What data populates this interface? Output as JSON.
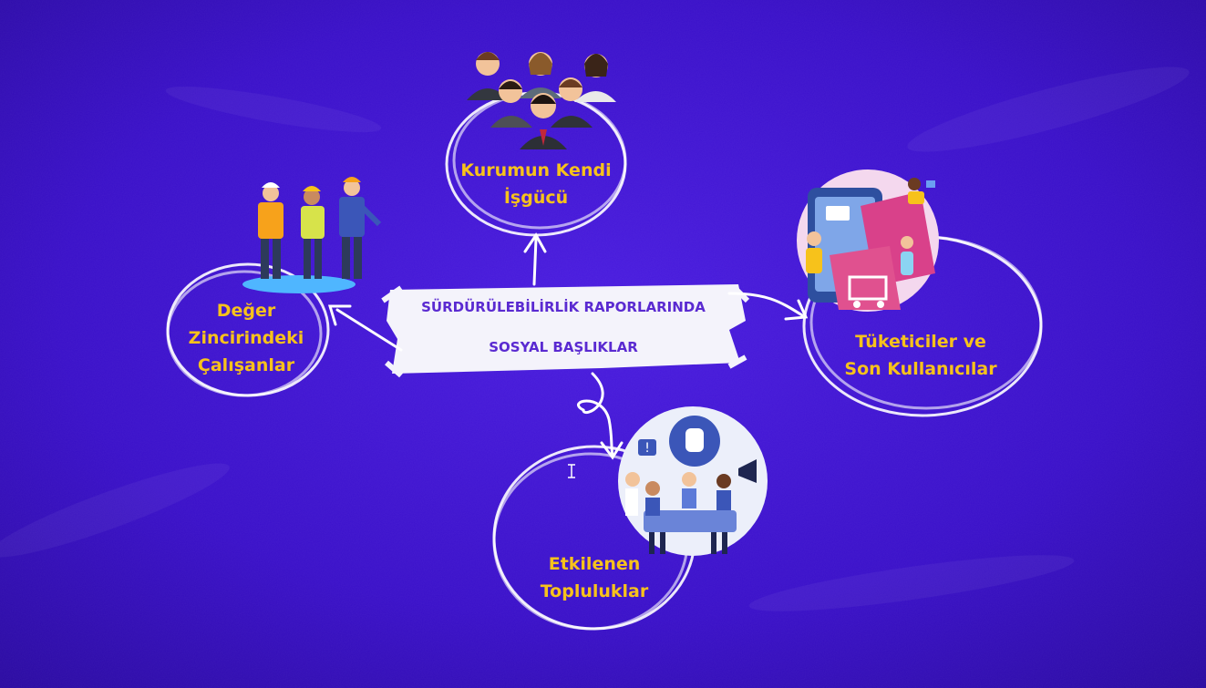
{
  "center": {
    "line1": "SÜRDÜRÜLEBİLİRLİK RAPORLARINDA",
    "line2": "SOSYAL BAŞLIKLAR"
  },
  "nodes": {
    "workforce": {
      "line1": "Kurumun Kendi",
      "line2": "İşgücü",
      "icon": "business-people-icon"
    },
    "value_chain": {
      "line1": "Değer",
      "line2": "Zincirindeki",
      "line3": "Çalışanlar",
      "icon": "construction-workers-icon"
    },
    "consumers": {
      "line1": "Tüketiciler ve",
      "line2": "Son Kullanıcılar",
      "icon": "online-shopping-icon"
    },
    "communities": {
      "line1": "Etkilenen",
      "line2": "Topluluklar",
      "icon": "protest-crowd-icon"
    }
  },
  "colors": {
    "background": "#3a10c9",
    "label": "#f7c21b",
    "center_text": "#5a2ad1",
    "chalk": "#ffffff"
  }
}
